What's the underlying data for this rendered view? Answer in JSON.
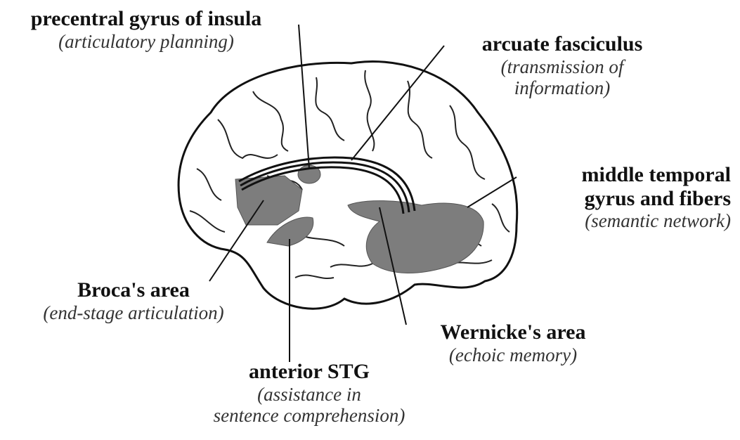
{
  "labels": {
    "insula": {
      "title": "precentral gyrus of insula",
      "sub": "(articulatory planning)"
    },
    "arcuate": {
      "title": "arcuate fasciculus",
      "sub1": "(transmission of",
      "sub2": "information)"
    },
    "mtg": {
      "title1": "middle temporal",
      "title2": "gyrus and fibers",
      "sub": "(semantic network)"
    },
    "broca": {
      "title": "Broca's area",
      "sub": "(end-stage articulation)"
    },
    "wernicke": {
      "title": "Wernicke's area",
      "sub": "(echoic memory)"
    },
    "stg": {
      "title": "anterior STG",
      "sub1": "(assistance in",
      "sub2": "sentence comprehension)"
    }
  },
  "colors": {
    "region": "#7d7d7d",
    "outline": "#111111",
    "brain": "#ffffff"
  }
}
